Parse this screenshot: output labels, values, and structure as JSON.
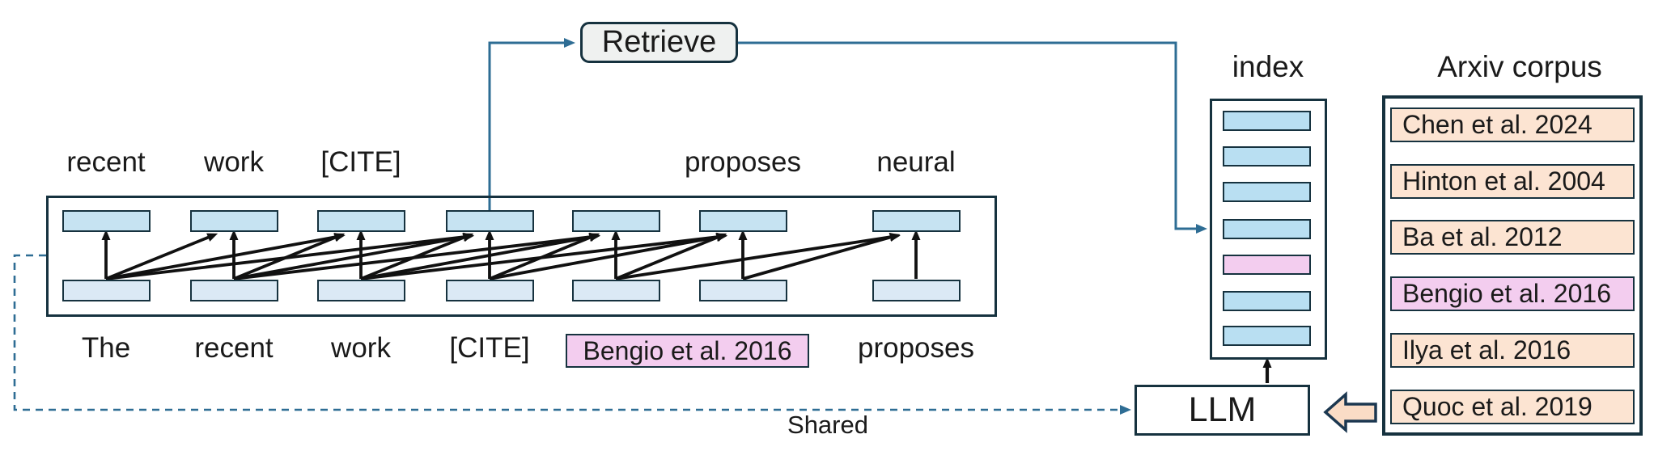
{
  "colors": {
    "diagram_line_blue": "#2e6d94",
    "box_border_dark": "#16323f",
    "token_top_fill": "#c6e3f2",
    "token_bottom_fill": "#dbe9f5",
    "index_bar_fill": "#b9dff2",
    "highlight_pink_fill": "#f3cdef",
    "corpus_peach_fill": "#fce4d2",
    "retrieve_fill": "#eff1f0",
    "llm_fill": "#ffffff",
    "arrow_black": "#111111",
    "text_black": "#1a1a1a"
  },
  "retrieve": {
    "label": "Retrieve"
  },
  "transformer": {
    "num_columns": 7,
    "top_tokens": [
      {
        "text": "recent",
        "col": 1
      },
      {
        "text": "work",
        "col": 2
      },
      {
        "text": "[CITE]",
        "col": 3
      },
      {
        "text": "proposes",
        "col": 6
      },
      {
        "text": "neural",
        "col": 7
      }
    ],
    "bottom_tokens": [
      {
        "text": "The",
        "col": 1
      },
      {
        "text": "recent",
        "col": 2
      },
      {
        "text": "work",
        "col": 3
      },
      {
        "text": "[CITE]",
        "col": 4
      },
      {
        "text": "proposes",
        "col": 7
      }
    ],
    "retrieved_citation": {
      "text": "Bengio et al. 2016"
    },
    "attention_arrows": [
      [
        1,
        1
      ],
      [
        2,
        2
      ],
      [
        3,
        3
      ],
      [
        4,
        4
      ],
      [
        5,
        5
      ],
      [
        6,
        6
      ],
      [
        7,
        7
      ],
      [
        1,
        2
      ],
      [
        1,
        3
      ],
      [
        1,
        4
      ],
      [
        2,
        3
      ],
      [
        2,
        4
      ],
      [
        2,
        5
      ],
      [
        3,
        4
      ],
      [
        3,
        5
      ],
      [
        3,
        6
      ],
      [
        4,
        5
      ],
      [
        4,
        6
      ],
      [
        5,
        6
      ],
      [
        5,
        7
      ],
      [
        6,
        7
      ]
    ]
  },
  "index": {
    "title": "index",
    "bars": [
      "blue",
      "blue",
      "blue",
      "blue",
      "pink",
      "blue",
      "blue"
    ]
  },
  "corpus": {
    "title": "Arxiv corpus",
    "entries": [
      {
        "text": "Chen et al. 2024",
        "highlighted": false
      },
      {
        "text": "Hinton et al. 2004",
        "highlighted": false
      },
      {
        "text": "Ba et al. 2012",
        "highlighted": false
      },
      {
        "text": "Bengio et al. 2016",
        "highlighted": true
      },
      {
        "text": "Ilya et al. 2016",
        "highlighted": false
      },
      {
        "text": "Quoc et al. 2019",
        "highlighted": false
      }
    ]
  },
  "llm": {
    "label": "LLM"
  },
  "shared_label": "Shared"
}
